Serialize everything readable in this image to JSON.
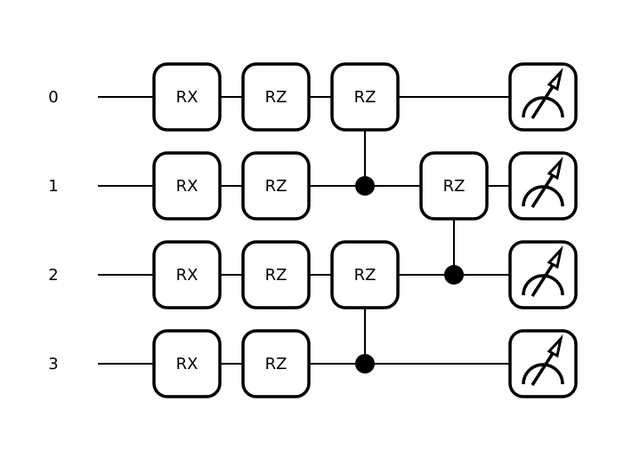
{
  "wires": [
    "0",
    "1",
    "2",
    "3"
  ],
  "gates": [
    {
      "label": "RX",
      "wire": 0,
      "col": 0
    },
    {
      "label": "RX",
      "wire": 1,
      "col": 0
    },
    {
      "label": "RX",
      "wire": 2,
      "col": 0
    },
    {
      "label": "RX",
      "wire": 3,
      "col": 0
    },
    {
      "label": "RZ",
      "wire": 0,
      "col": 1
    },
    {
      "label": "RZ",
      "wire": 1,
      "col": 1
    },
    {
      "label": "RZ",
      "wire": 2,
      "col": 1
    },
    {
      "label": "RZ",
      "wire": 3,
      "col": 1
    },
    {
      "label": "RZ",
      "wire": 0,
      "col": 2,
      "control": 1
    },
    {
      "label": "RZ",
      "wire": 2,
      "col": 2,
      "control": 3
    },
    {
      "label": "RZ",
      "wire": 1,
      "col": 3,
      "control": 2
    }
  ],
  "measurements": [
    0,
    1,
    2,
    3
  ],
  "measure_col": 4,
  "colors": {
    "stroke": "#000000",
    "fill": "#ffffff"
  }
}
